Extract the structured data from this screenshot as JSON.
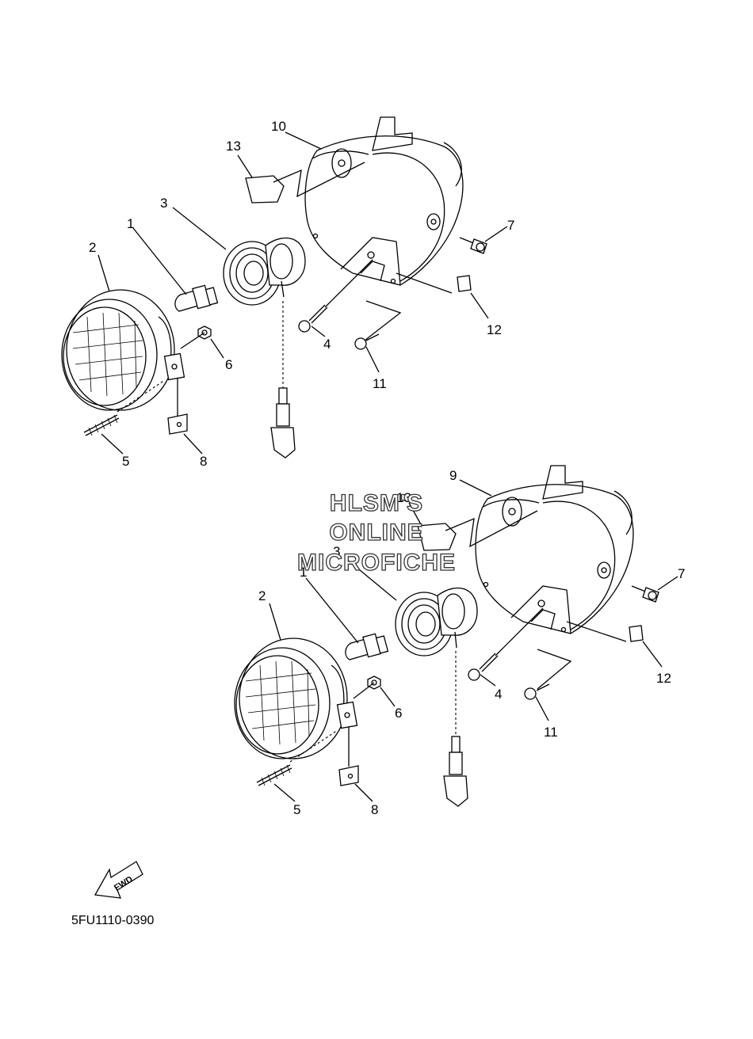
{
  "diagram": {
    "upper_assembly": {
      "callouts": [
        "1",
        "2",
        "3",
        "4",
        "5",
        "6",
        "7",
        "8",
        "10",
        "11",
        "12",
        "13"
      ]
    },
    "lower_assembly": {
      "callouts": [
        "1",
        "2",
        "3",
        "4",
        "5",
        "6",
        "7",
        "8",
        "9",
        "11",
        "12",
        "13"
      ]
    },
    "direction_label": "FWD",
    "part_code": "5FU1110-0390",
    "watermark": [
      "HLSM'S",
      "ONLINE",
      "MICROFICHE"
    ]
  }
}
